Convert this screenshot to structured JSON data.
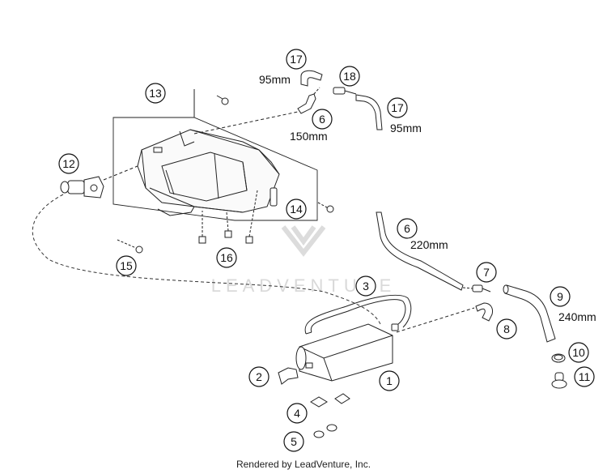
{
  "watermark": "LEADVENTURE",
  "footer": "Rendered by LeadVenture, Inc.",
  "callouts": [
    "1",
    "2",
    "3",
    "4",
    "5",
    "6",
    "7",
    "8",
    "9",
    "10",
    "11",
    "12",
    "13",
    "14",
    "15",
    "16",
    "17",
    "18"
  ],
  "dimensions": {
    "d95_upper": "95mm",
    "d150": "150mm",
    "d95_lower": "95mm",
    "d220": "220mm",
    "d240": "240mm"
  }
}
